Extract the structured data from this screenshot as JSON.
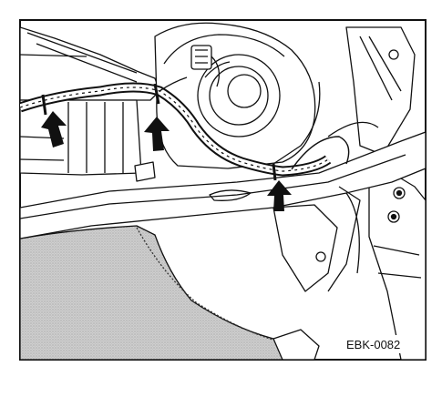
{
  "figure": {
    "reference_code": "EBK-0082"
  },
  "callouts": [
    {
      "id": "left",
      "icon": "up-arrow-icon"
    },
    {
      "id": "middle",
      "icon": "up-arrow-icon"
    },
    {
      "id": "right",
      "icon": "up-arrow-icon"
    }
  ],
  "colors": {
    "ink": "#111111",
    "paper": "#ffffff",
    "carpet": "#c9c9c9"
  }
}
